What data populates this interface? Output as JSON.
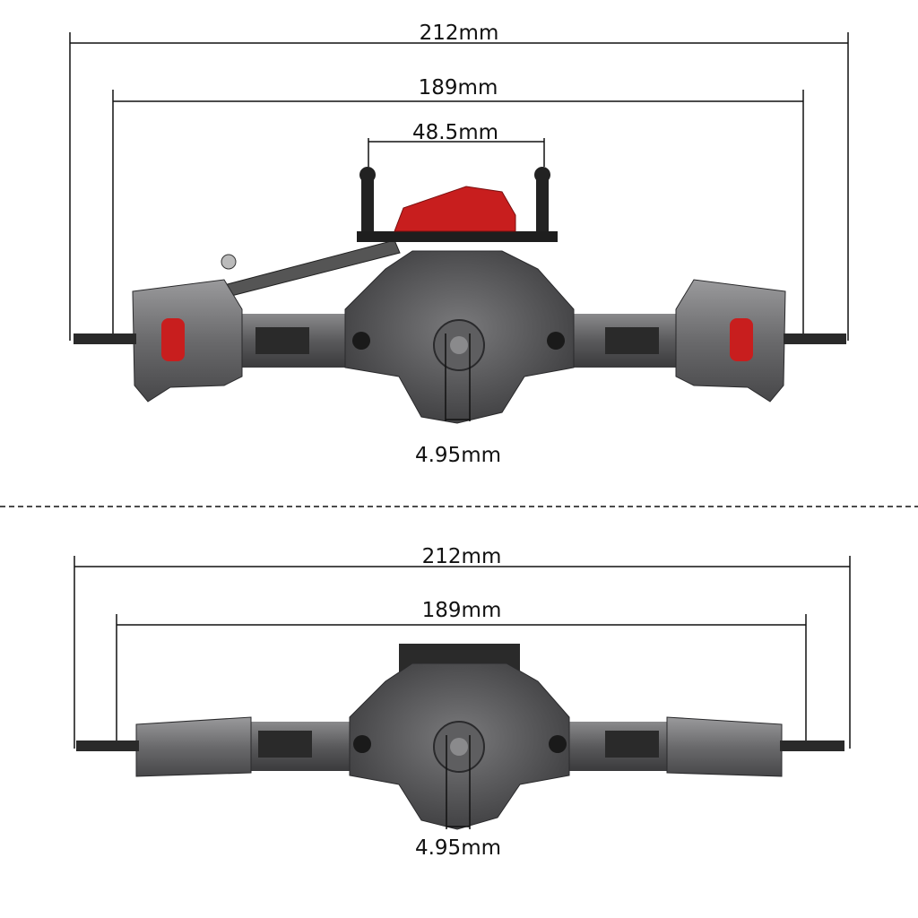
{
  "front_axle": {
    "overall_width": "212mm",
    "hub_width": "189mm",
    "servo_mount_width": "48.5mm",
    "pinion_offset": "4.95mm"
  },
  "rear_axle": {
    "overall_width": "212mm",
    "hub_width": "189mm",
    "pinion_offset": "4.95mm"
  },
  "colors": {
    "housing": "#4a4a4c",
    "metal_gray": "#6e6e70",
    "accent_red": "#c81e1e",
    "dimension_line": "#111111"
  }
}
